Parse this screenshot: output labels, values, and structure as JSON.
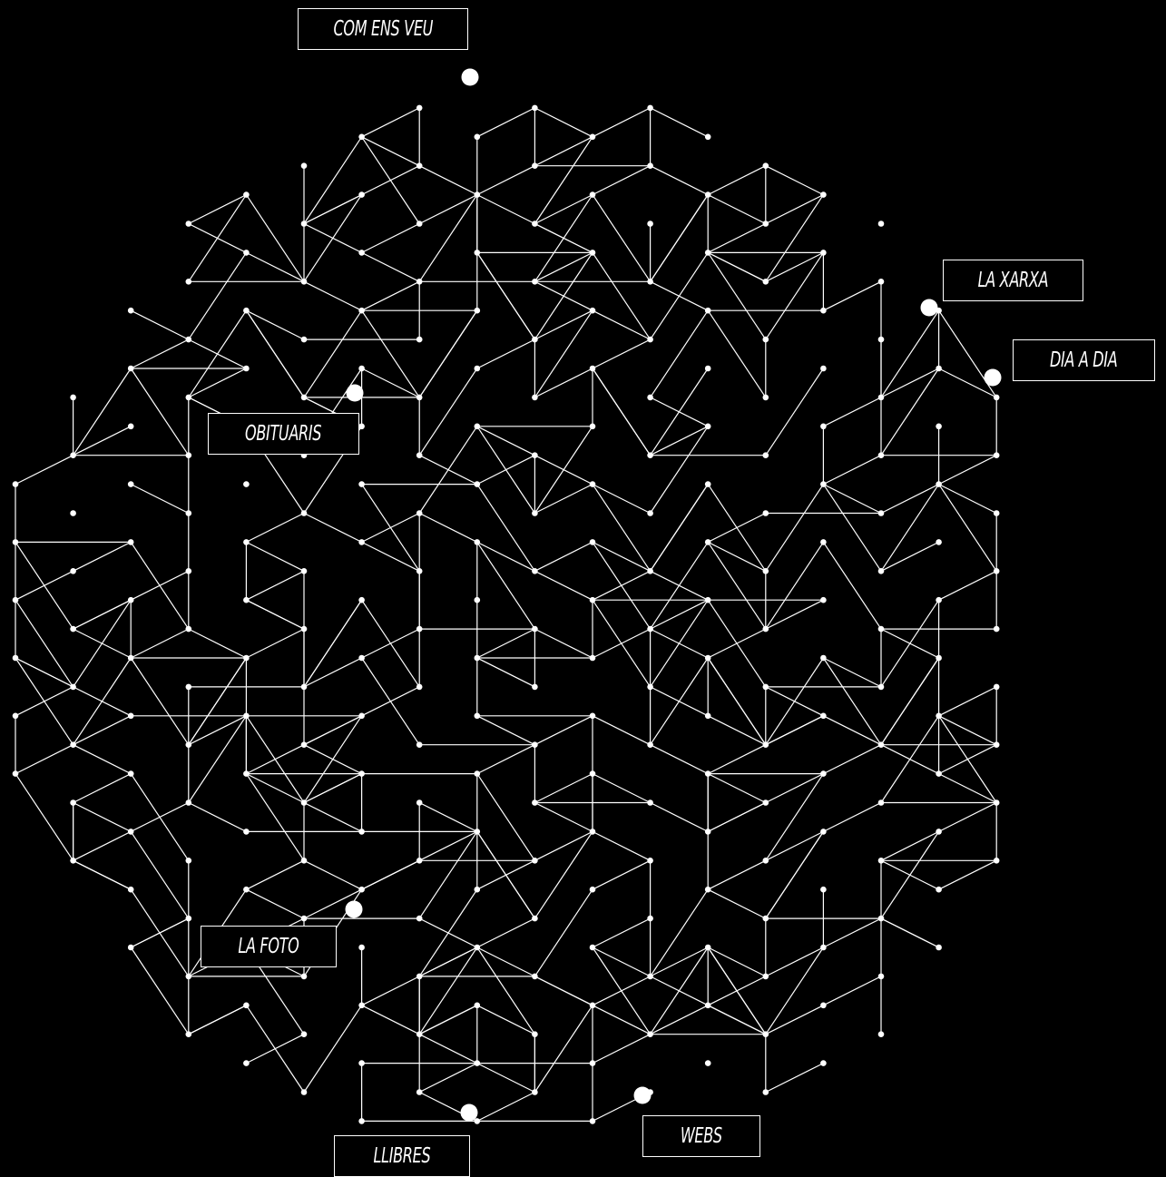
{
  "nav": {
    "com_ens_veu": "COM ENS VEU",
    "la_xarxa": "LA XARXA",
    "dia_a_dia": "DIA A DIA",
    "obituaris": "OBITUARIS",
    "la_foto": "LA FOTO",
    "llibres": "LLIBRES",
    "webs": "WEBS"
  },
  "colors": {
    "background": "#000000",
    "foreground": "#ffffff"
  }
}
